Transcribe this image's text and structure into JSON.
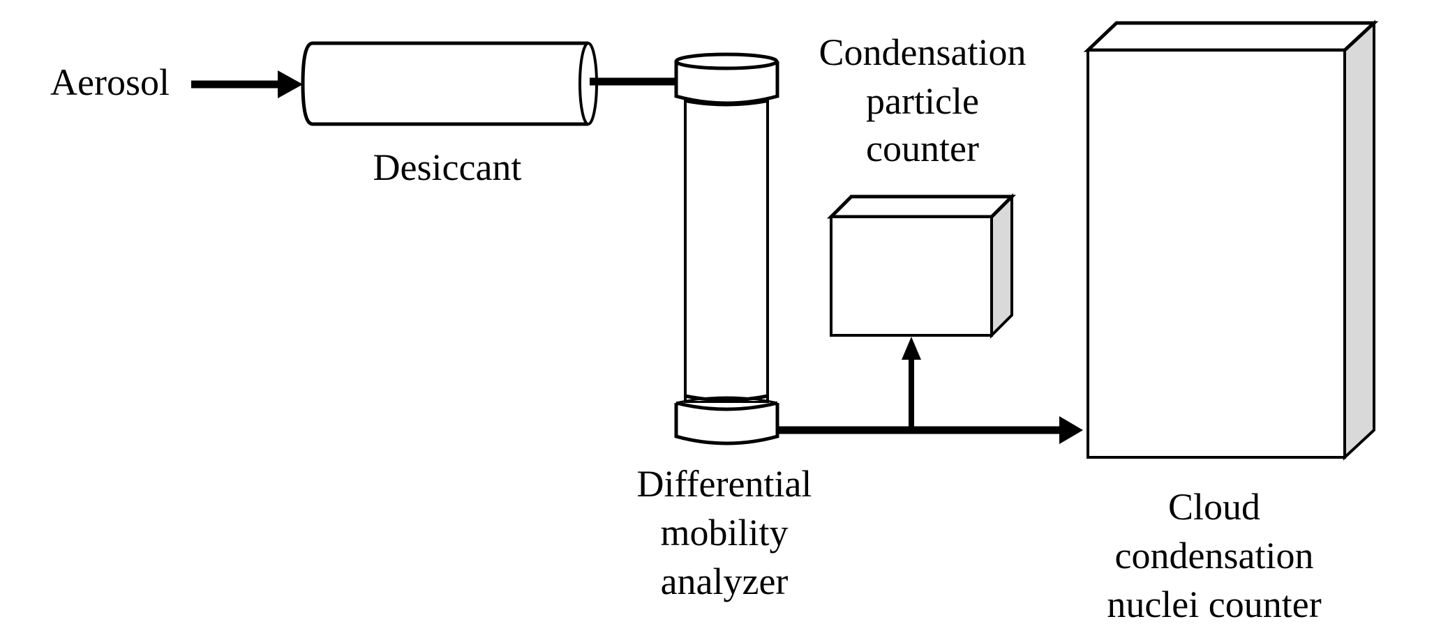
{
  "diagram": {
    "title": "Aerosol CCN measurement setup",
    "colors": {
      "stroke": "#000000",
      "fill": "#ffffff",
      "side_shade": "#d9d9d9"
    },
    "nodes": [
      {
        "id": "aerosol",
        "label_lines": [
          "Aerosol"
        ]
      },
      {
        "id": "desiccant",
        "label_lines": [
          "Desiccant"
        ]
      },
      {
        "id": "dma",
        "label_lines": [
          "Differential",
          "mobility",
          "analyzer"
        ]
      },
      {
        "id": "cpc",
        "label_lines": [
          "Condensation",
          "particle",
          "counter"
        ]
      },
      {
        "id": "ccnc",
        "label_lines": [
          "Cloud",
          "condensation",
          "nuclei counter"
        ]
      }
    ],
    "edges": [
      {
        "from": "aerosol",
        "to": "desiccant"
      },
      {
        "from": "desiccant",
        "to": "dma"
      },
      {
        "from": "dma",
        "to": "cpc"
      },
      {
        "from": "dma",
        "to": "ccnc"
      }
    ]
  }
}
